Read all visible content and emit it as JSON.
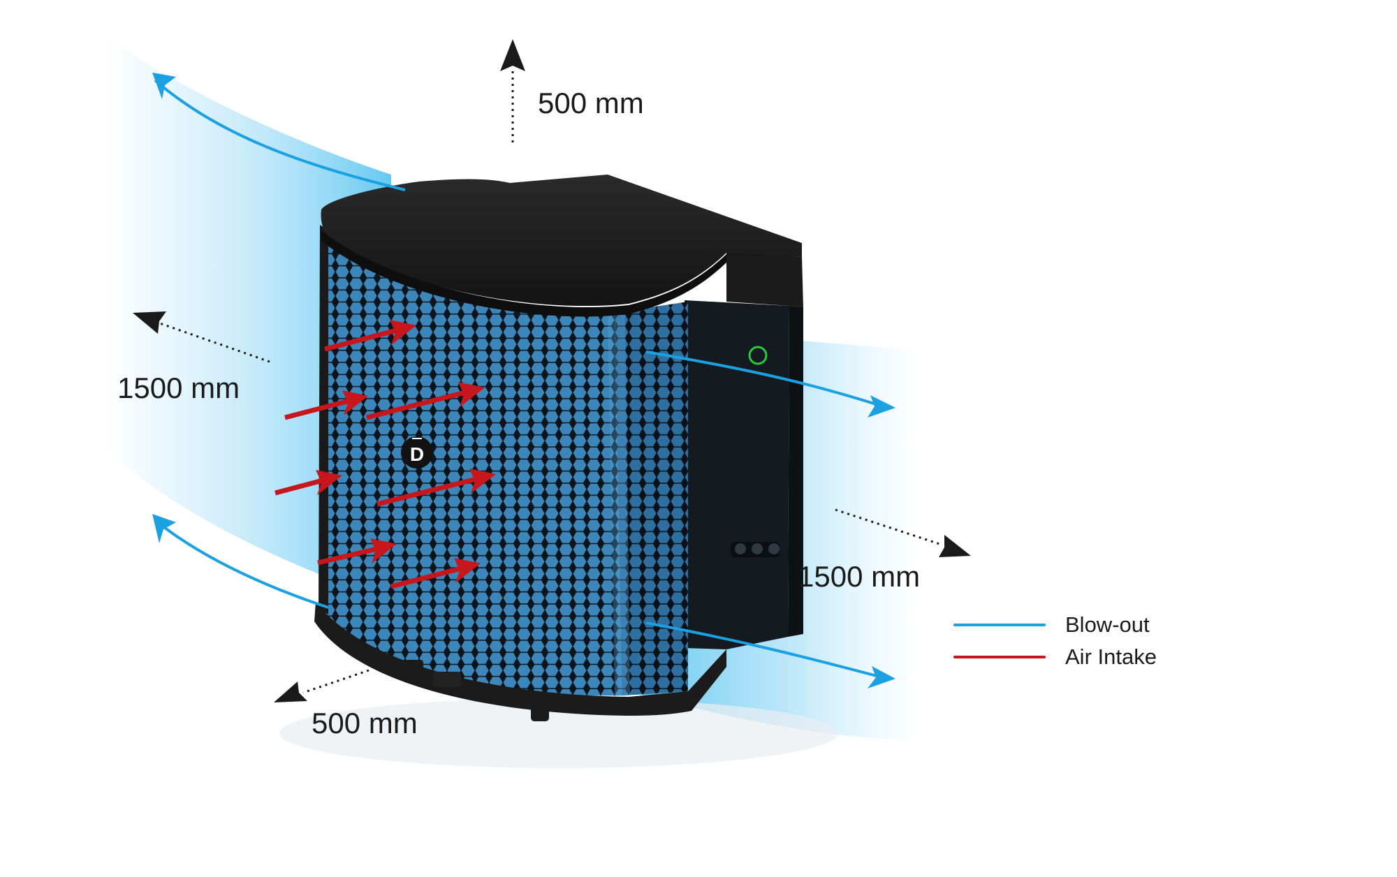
{
  "colors": {
    "blow_out": "#1ba1e2",
    "air_intake": "#c8161d",
    "unit_body": "#1c1c1c",
    "grille": "#3a7fb0",
    "grille_dark": "#111820",
    "status_ring": "#27c93f"
  },
  "icons": {
    "logo": "d-logo-icon",
    "status_light": "status-ring-icon"
  },
  "logo_letter": "D",
  "dimensions": {
    "top": "500 mm",
    "left_side": "1500 mm",
    "right_side": "1500 mm",
    "front": "500 mm"
  },
  "legend": [
    {
      "label": "Blow-out",
      "color": "#1ba1e2"
    },
    {
      "label": "Air Intake",
      "color": "#c8161d"
    }
  ]
}
